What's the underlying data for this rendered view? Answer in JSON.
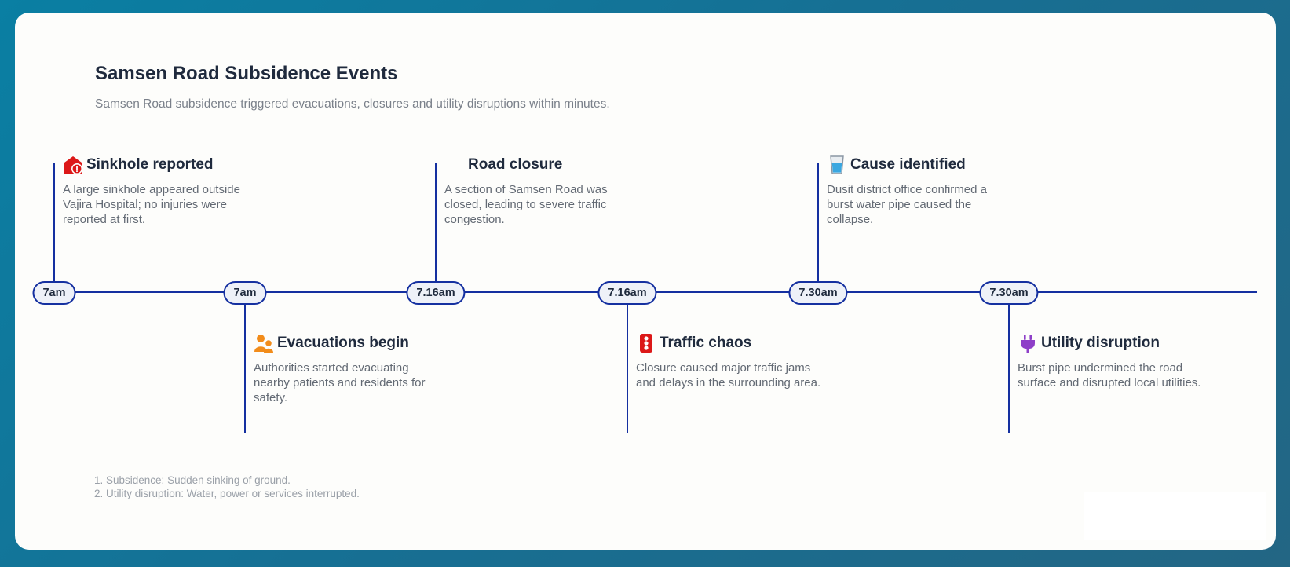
{
  "header": {
    "title": "Samsen Road Subsidence Events",
    "subtitle": "Samsen Road subsidence triggered evacuations, closures  and utility disruptions within minutes."
  },
  "timeline": {
    "axis_color": "#1530a0",
    "times": [
      "7am",
      "7am",
      "7.16am",
      "7.16am",
      "7.30am",
      "7.30am"
    ],
    "events": [
      {
        "title": "Sinkhole reported",
        "description": "A large sinkhole appeared outside Vajira Hospital; no injuries were reported at first.",
        "icon": "house-alert-icon",
        "icon_color": "#dc1818",
        "side": "above"
      },
      {
        "title": "Evacuations begin",
        "description": "Authorities started evacuating nearby patients and residents for safety.",
        "icon": "people-icon",
        "icon_color": "#f28c1a",
        "side": "below"
      },
      {
        "title": "Road closure",
        "description": "A section of Samsen Road was closed, leading to severe traffic congestion.",
        "icon": "",
        "icon_color": "",
        "side": "above"
      },
      {
        "title": "Traffic chaos",
        "description": "Closure caused major traffic jams and delays in the surrounding area.",
        "icon": "traffic-light-icon",
        "icon_color": "#dc1818",
        "side": "below"
      },
      {
        "title": "Cause identified",
        "description": "Dusit district office confirmed a burst water pipe caused the collapse.",
        "icon": "water-glass-icon",
        "icon_color": "#3aa7e0",
        "side": "above"
      },
      {
        "title": "Utility disruption",
        "description": "Burst pipe undermined the road surface and disrupted local utilities.",
        "icon": "plug-icon",
        "icon_color": "#8e3fc8",
        "side": "below"
      }
    ]
  },
  "footnotes": [
    "1. Subsidence: Sudden sinking of ground.",
    "2. Utility disruption: Water, power  or services interrupted."
  ]
}
